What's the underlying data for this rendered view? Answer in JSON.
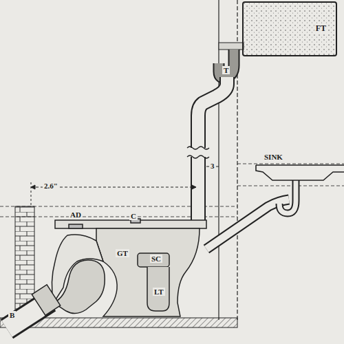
{
  "diagram": {
    "nodes": [
      {
        "text": [
          "FT"
        ]
      }
    ],
    "labels": [
      "T",
      "SINK",
      "2.6\"",
      "3",
      "AD",
      "C",
      "GT",
      "SC",
      "LT",
      "B"
    ]
  }
}
